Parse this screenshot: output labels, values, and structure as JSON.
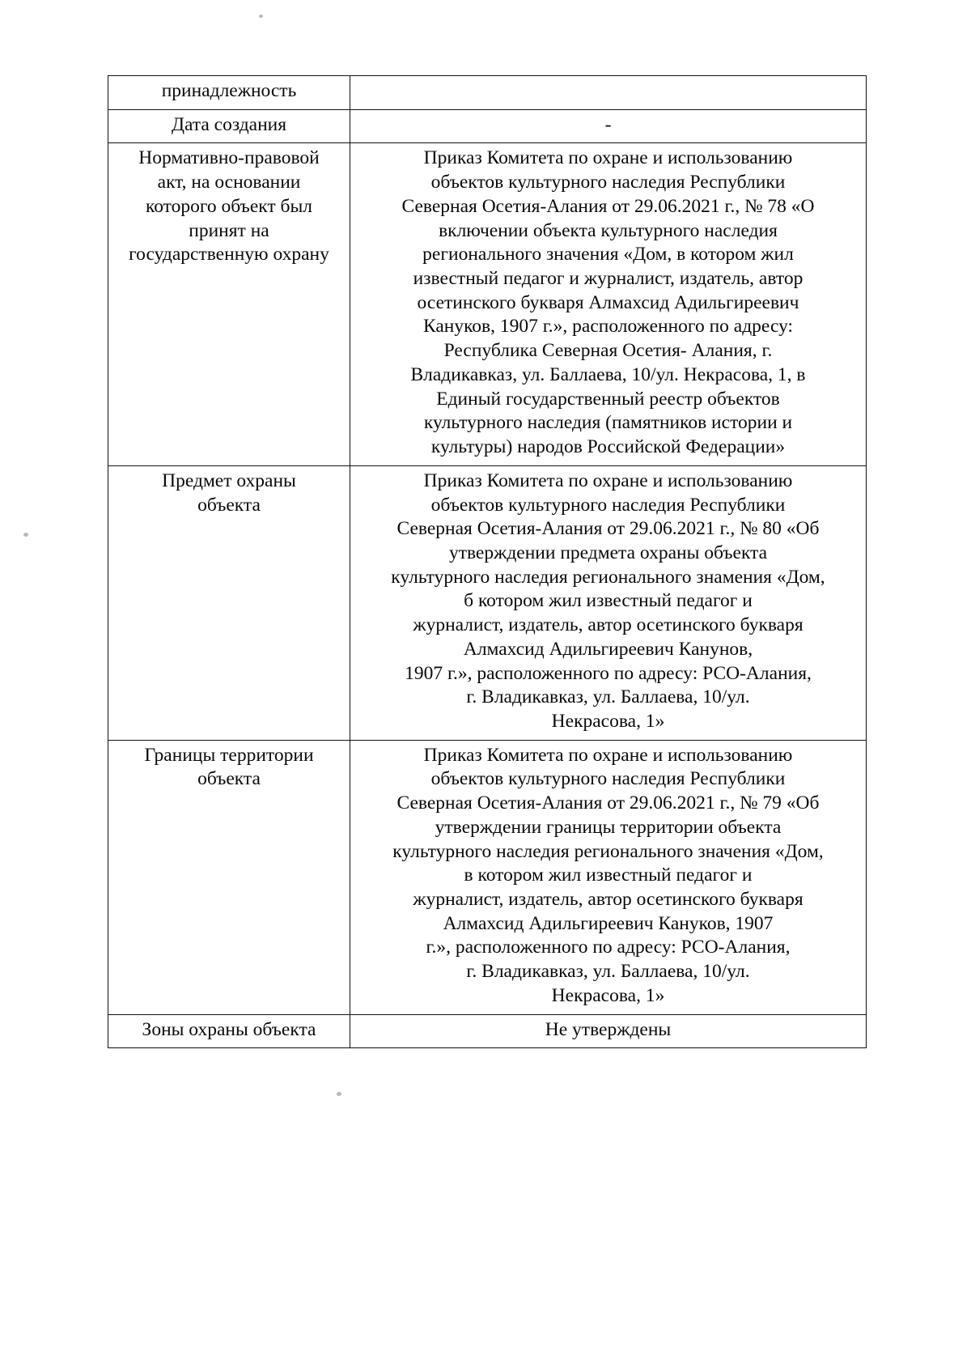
{
  "document": {
    "type": "registration-table",
    "language": "ru"
  },
  "table": {
    "columns": [
      "label",
      "value"
    ],
    "rows": [
      {
        "label": "принадлежность",
        "value": ""
      },
      {
        "label": "Дата создания",
        "value": "-"
      },
      {
        "label": "Нормативно-правовой акт, на основании которого объект был принят на государственную охрану",
        "value_lines": [
          "Приказ Комитета по охране и использованию",
          "объектов культурного наследия Республики",
          "Северная Осетия-Алания от 29.06.2021 г., № 78 «О",
          "включении объекта культурного наследия",
          "регионального значения «Дом, в котором жил",
          "известный педагог и журналист, издатель, автор",
          "осетинского букваря Алмахсид Адильгиреевич",
          "Кануков, 1907 г.», расположенного по адресу:",
          "Республика Северная Осетия- Алания, г.",
          "Владикавказ, ул. Баллаева, 10/ул. Некрасова, 1, в",
          "Единый государственный реестр объектов",
          "культурного наследия (памятников истории и",
          "культуры) народов Российской Федерации»"
        ]
      },
      {
        "label": "Предмет охраны объекта",
        "value_lines": [
          "Приказ Комитета по охране и использованию",
          "объектов культурного наследия Республики",
          "Северная Осетия-Алания от 29.06.2021 г., № 80 «Об",
          "утверждении предмета охраны объекта",
          "культурного наследия регионального знамения «Дом,",
          "б котором жил известный педагог и",
          "журналист, издатель, автор осетинского букваря",
          "Алмахсид Адильгиреевич Канунов,",
          "1907 г.», расположенного по адресу: РСО-Алания,",
          "г. Владикавказ, ул. Баллаева, 10/ул.",
          "Некрасова, 1»"
        ]
      },
      {
        "label": "Границы территории объекта",
        "value_lines": [
          "Приказ Комитета по охране и использованию",
          "объектов культурного наследия Республики",
          "Северная Осетия-Алания от 29.06.2021 г., № 79 «Об",
          "утверждении границы территории объекта",
          "культурного наследия регионального значения «Дом,",
          "в котором жил известный педагог и",
          "журналист, издатель, автор осетинского букваря",
          "Алмахсид Адильгиреевич Кануков, 1907",
          "г.», расположенного по адресу: РСО-Алания,",
          "г. Владикавказ, ул. Баллаева, 10/ул.",
          "Некрасова, 1»"
        ]
      },
      {
        "label": "Зоны охраны объекта",
        "value": "Не утверждены"
      }
    ]
  },
  "row_labels": {
    "r0": "принадлежность",
    "r1": "Дата создания",
    "r2_l0": "Нормативно-правовой",
    "r2_l1": "акт, на основании",
    "r2_l2": "которого объект был",
    "r2_l3": "принят на",
    "r2_l4": "государственную охрану",
    "r3_l0": "Предмет охраны",
    "r3_l1": "объекта",
    "r4_l0": "Границы территории",
    "r4_l1": "объекта",
    "r5": "Зоны охраны объекта"
  },
  "row_values": {
    "r0": "",
    "r1": "-",
    "r5": "Не утверждены"
  }
}
